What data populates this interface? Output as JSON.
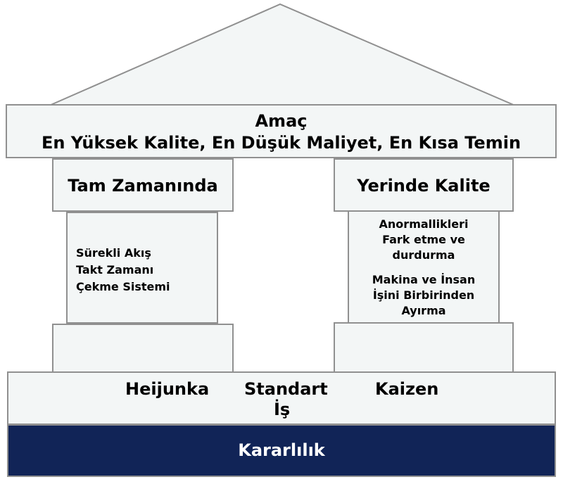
{
  "goal": {
    "title": "Amaç",
    "subtitle": "En Yüksek Kalite, En Düşük Maliyet, En Kısa Temin"
  },
  "left_pillar": {
    "header": "Tam Zamanında",
    "items": [
      "Sürekli Akış",
      "Takt Zamanı",
      "Çekme Sistemi"
    ]
  },
  "right_pillar": {
    "header": "Yerinde Kalite",
    "block1": [
      "Anormallikleri",
      "Fark etme ve",
      "durdurma"
    ],
    "block2": [
      "Makina ve İnsan",
      "İşini Birbirinden",
      "Ayırma"
    ]
  },
  "foundation": {
    "heijunka": "Heijunka",
    "standart": "Standart",
    "is": "İş",
    "kaizen": "Kaizen"
  },
  "base": {
    "label": "Kararlılık"
  },
  "colors": {
    "fill": "#f3f6f6",
    "border": "#909090",
    "base_fill": "#112457",
    "base_text": "#ffffff"
  }
}
